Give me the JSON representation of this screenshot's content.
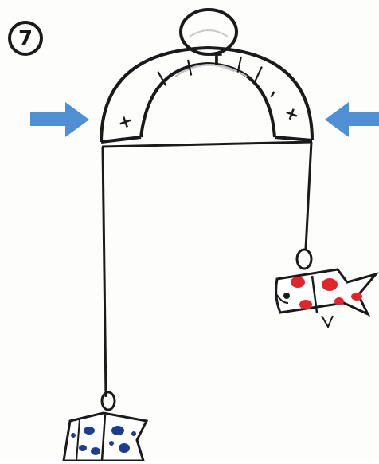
{
  "step_number": "7",
  "arch_marks": [
    "+",
    "–",
    "|",
    "|",
    "T",
    "|",
    "|",
    "–",
    "+"
  ],
  "colors": {
    "ink": "#1a1a1a",
    "arrow": "#4f8fd4",
    "red_fish": "#e0262b",
    "blue_fish": "#1f3d8f"
  },
  "icons": {
    "left_arrow": "arrow-right-icon",
    "right_arrow": "arrow-left-icon",
    "red_fish": "carp-streamer-red",
    "blue_fish": "carp-streamer-blue"
  }
}
